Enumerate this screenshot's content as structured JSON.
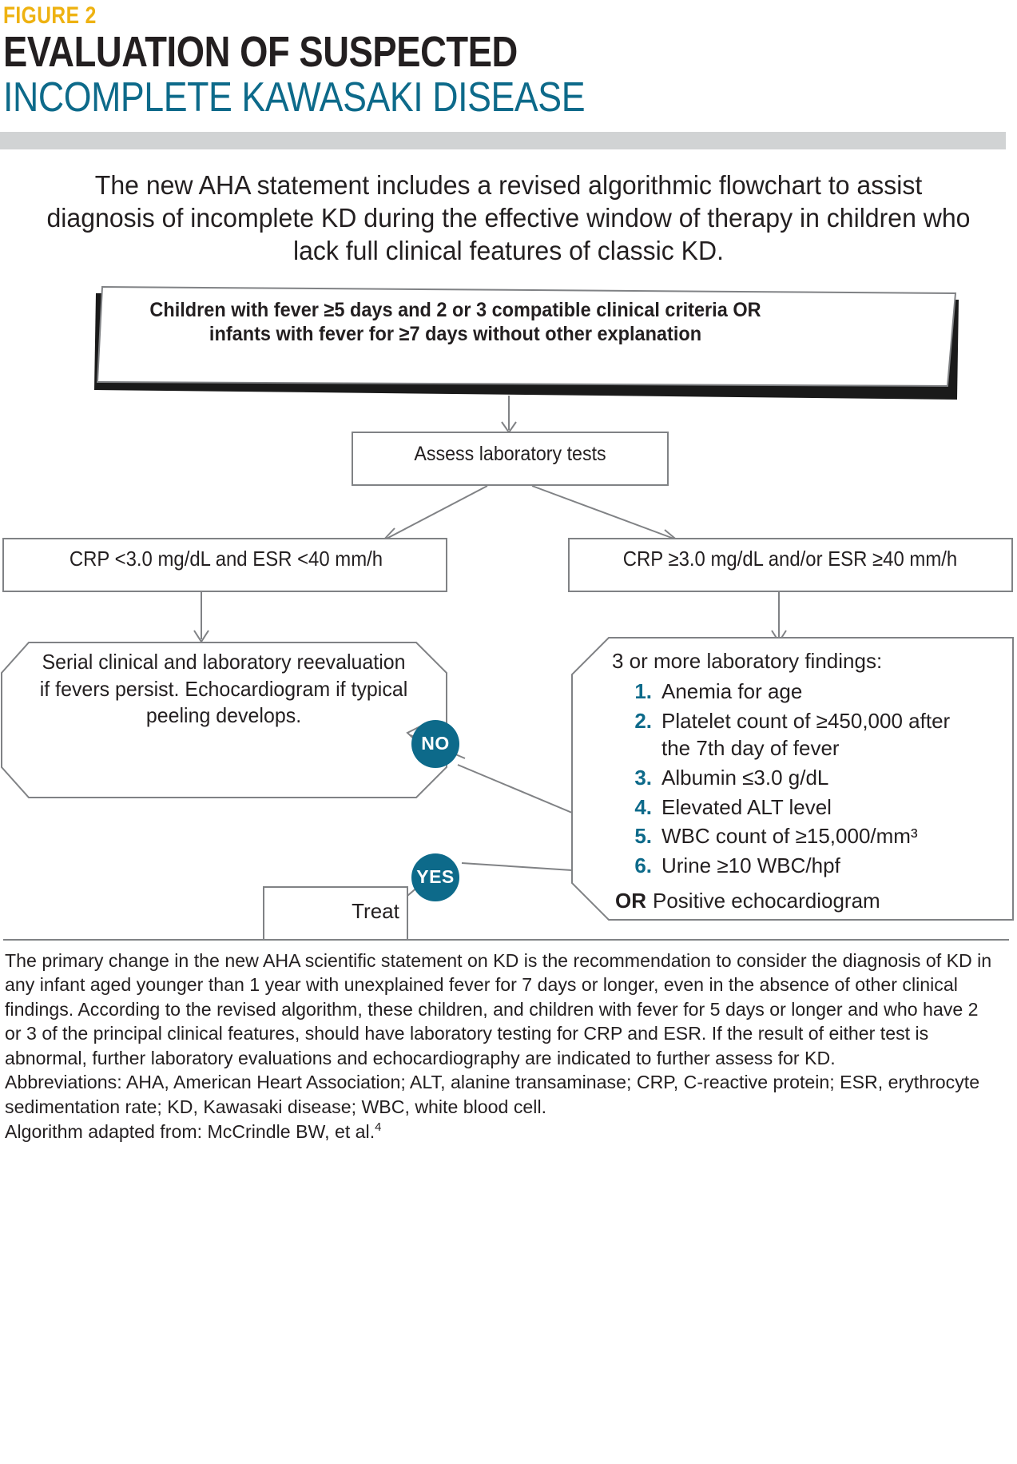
{
  "header": {
    "figure_label": "FIGURE 2",
    "title_main": "EVALUATION OF SUSPECTED",
    "title_sub": "INCOMPLETE KAWASAKI DISEASE",
    "accent_yellow": "#eeb211",
    "accent_teal": "#0d6a8a",
    "rule_gray": "#d1d3d4"
  },
  "intro": "The new AHA statement includes a revised algorithmic flowchart to assist diagnosis of incomplete KD during the effective window of therapy in children who lack full clinical features of classic KD.",
  "flowchart": {
    "top_box_line1_a": "Children with fever ≥5 days and 2 or 3 compatible clinical criteria ",
    "top_box_line1_or": "OR",
    "top_box_line2": "infants with fever for ≥7 days without other explanation",
    "assess_box": "Assess laboratory tests",
    "crp_left": "CRP <3.0 mg/dL and ESR <40 mm/h",
    "crp_right": "CRP ≥3.0 mg/dL and/or ESR ≥40 mm/h",
    "serial_box": "Serial clinical and laboratory reevaluation if fevers persist. Echocardiogram if typical peeling develops.",
    "treat_box": "Treat",
    "badge_no": "NO",
    "badge_yes": "YES",
    "findings_heading": "3 or more laboratory findings:",
    "findings": [
      {
        "num": "1.",
        "text": "Anemia for age"
      },
      {
        "num": "2.",
        "text": "Platelet count of ≥450,000 after the 7th day of fever"
      },
      {
        "num": "3.",
        "text": "Albumin ≤3.0 g/dL"
      },
      {
        "num": "4.",
        "text": "Elevated ALT level"
      },
      {
        "num": "5.",
        "text": "WBC count of ≥15,000/mm³"
      },
      {
        "num": "6.",
        "text": "Urine ≥10 WBC/hpf"
      }
    ],
    "or_label": "OR",
    "or_text": "Positive echocardiogram"
  },
  "caption": {
    "paragraph1": "The primary change in the new AHA scientific statement on KD is the recommendation to consider the diagnosis of KD in any infant aged younger than 1 year with unexplained fever for 7 days or longer, even in the absence of other clinical findings. According to the revised algorithm, these children, and children with fever for 5 days or longer and who have 2 or 3 of the principal clinical features, should have laboratory testing for CRP and ESR. If the result of either test is abnormal, further laboratory evaluations and echocardiography are indicated to further assess for KD.",
    "abbreviations": "Abbreviations: AHA, American Heart Association; ALT, alanine transaminase; CRP, C-reactive protein; ESR, erythrocyte sedimentation rate; KD, Kawasaki disease; WBC, white blood cell.",
    "source_prefix": "Algorithm adapted from: McCrindle BW, et al.",
    "source_superscript": "4"
  }
}
